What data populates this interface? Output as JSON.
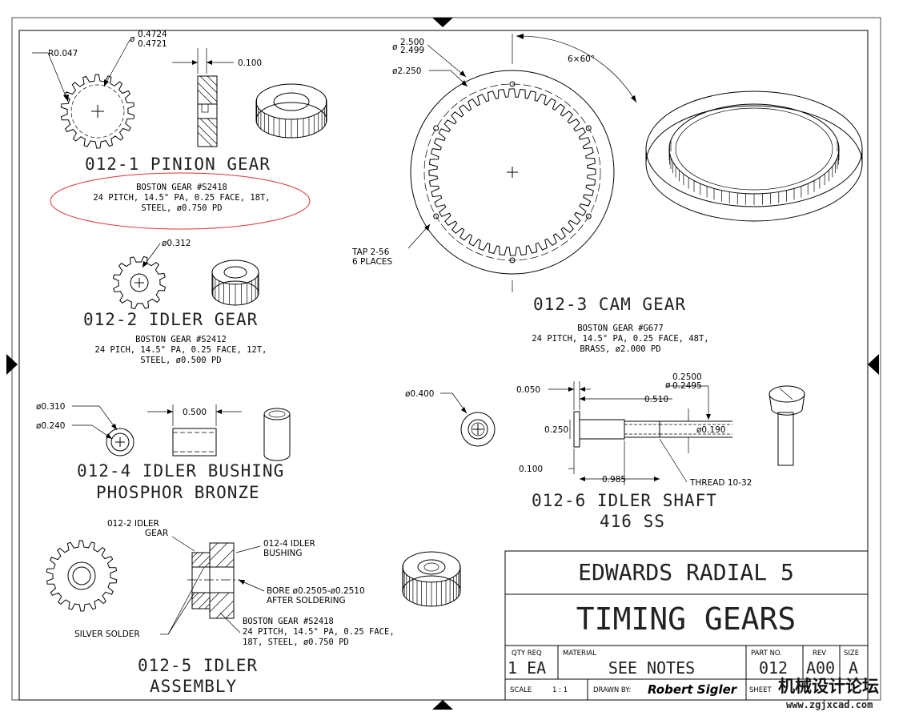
{
  "pinion": {
    "title": "012-1 PINION GEAR",
    "note": [
      "BOSTON GEAR #S2418",
      "24 PITCH, 14.5° PA, 0.25 FACE, 18T,",
      "STEEL, ø0.750 PD"
    ],
    "radius": "R0.047",
    "bore_top": "0.4724",
    "bore_bot": "0.4721",
    "bore_prefix": "ø",
    "face": "0.100"
  },
  "idler_gear": {
    "title": "012-2 IDLER GEAR",
    "note": [
      "BOSTON GEAR #S2412",
      "24 PICH, 14.5° PA, 0.25 FACE, 12T,",
      "STEEL, ø0.500 PD"
    ],
    "bore": "ø0.312"
  },
  "cam_gear": {
    "title": "012-3 CAM GEAR",
    "note": [
      "BOSTON GEAR #G677",
      "24 PITCH, 14.5° PA, 0.25 FACE, 48T,",
      "BRASS, ø2.000 PD"
    ],
    "od_top": "2.500",
    "od_bot": "2.499",
    "od_prefix": "ø",
    "bc": "ø2.250",
    "angle": "6×60°",
    "tap": [
      "TAP 2-56",
      "6 PLACES"
    ]
  },
  "bushing": {
    "title": [
      "012-4 IDLER BUSHING",
      "PHOSPHOR BRONZE"
    ],
    "od": "ø0.310",
    "id": "ø0.240",
    "len": "0.500"
  },
  "assembly": {
    "title": [
      "012-5 IDLER",
      "ASSEMBLY"
    ],
    "gear_label": [
      "012-2 IDLER",
      "GEAR"
    ],
    "bushing_label": [
      "012-4 IDLER",
      "BUSHING"
    ],
    "bore_label": [
      "BORE ø0.2505-ø0.2510",
      "AFTER SOLDERING"
    ],
    "solder_label": "SILVER SOLDER",
    "note": [
      "BOSTON GEAR #S2418",
      "24 PITCH, 14.5° PA, 0.25 FACE,",
      "18T, STEEL, ø0.750 PD"
    ]
  },
  "shaft": {
    "title": [
      "012-6 IDLER SHAFT",
      "416 SS"
    ],
    "end_dia": "ø0.400",
    "d_top": "0.2500",
    "d_bot": "0.2495",
    "d_prefix": "ø",
    "d1": "0.050",
    "d2": "0.510",
    "d3": "0.250",
    "d4": "ø0.190",
    "d5": "0.100",
    "d6": "0.985",
    "thread": "THREAD 10-32"
  },
  "title_block": {
    "project": "EDWARDS RADIAL 5",
    "drawing": "TIMING GEARS",
    "qty_label": "QTY REQ",
    "qty": "1 EA",
    "material_label": "MATERIAL",
    "material": "SEE NOTES",
    "part_label": "PART NO.",
    "part": "012",
    "rev_label": "REV",
    "rev": "A00",
    "size_label": "SIZE",
    "size": "A",
    "scale_label": "SCALE",
    "scale": "1 : 1",
    "drawn_label": "DRAWN BY:",
    "drawn": "Robert Sigler",
    "sheet_label": "SHEET"
  },
  "watermark": {
    "cn": "机械设计论坛",
    "url": "www.zgjxcad.com"
  }
}
